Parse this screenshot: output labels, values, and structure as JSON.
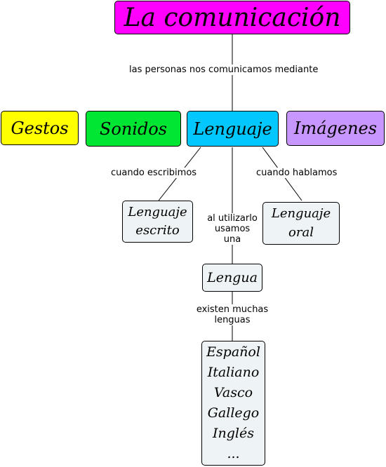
{
  "title": "La comunicación",
  "links": {
    "mediante": "las personas nos comunicamos mediante",
    "escribimos": "cuando escribimos",
    "hablamos": "cuando hablamos",
    "utilizarlo": [
      "al utilizarlo",
      "usamos",
      "una"
    ],
    "existen": [
      "existen muchas",
      "lenguas"
    ]
  },
  "means": {
    "gestos": "Gestos",
    "sonidos": "Sonidos",
    "lenguaje": "Lenguaje",
    "imagenes": "Imágenes"
  },
  "lenguaje_escrito": [
    "Lenguaje",
    "escrito"
  ],
  "lenguaje_oral": [
    "Lenguaje",
    "oral"
  ],
  "lengua": "Lengua",
  "languages": [
    "Español",
    "Italiano",
    "Vasco",
    "Gallego",
    "Inglés",
    "..."
  ],
  "colors": {
    "title": "#ff00ff",
    "gestos": "#ffff00",
    "sonidos": "#00e632",
    "lenguaje": "#00c8ff",
    "imagenes": "#c896ff",
    "pale": "#eef3f5"
  }
}
